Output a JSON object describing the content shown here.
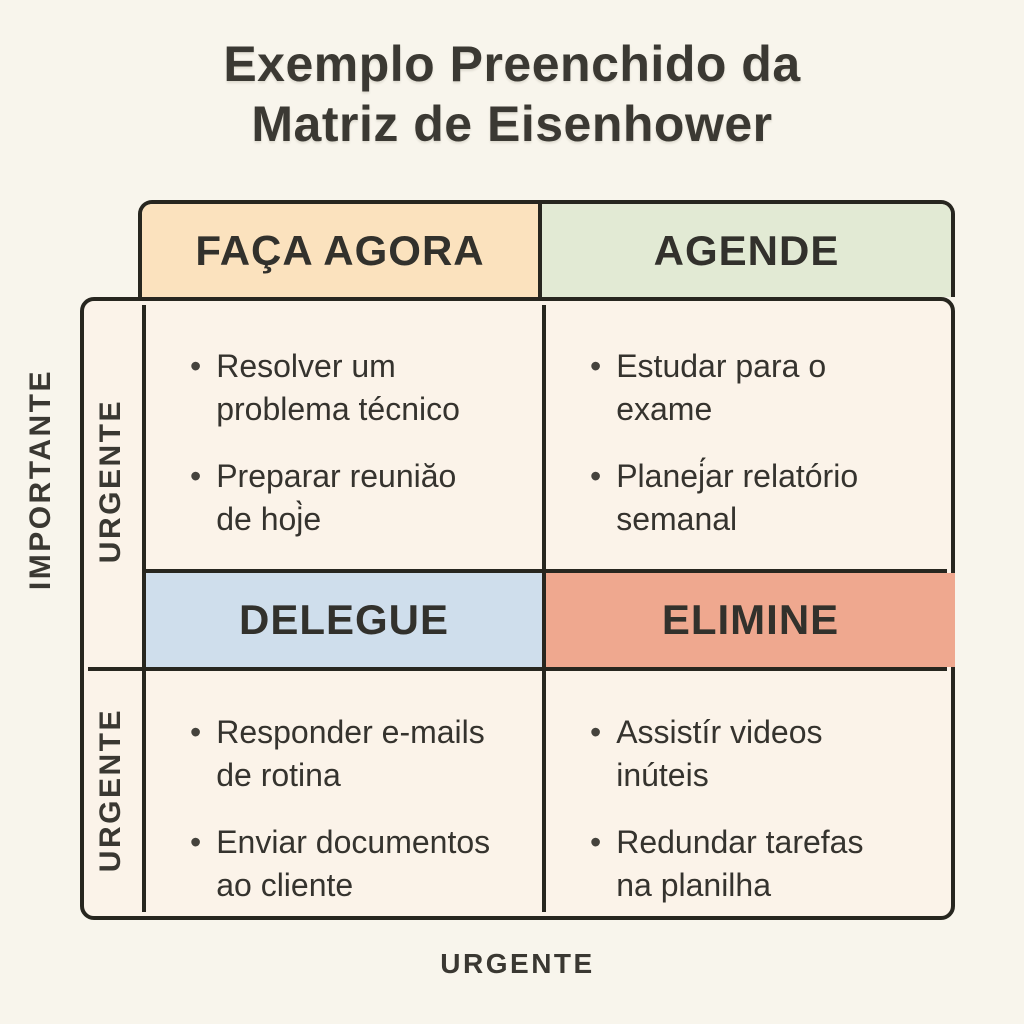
{
  "title": {
    "line1": "Exemplo Preenchido da",
    "line2": "Matriz de Eisenhower"
  },
  "headers": {
    "do": "FAÇA AGORA",
    "schedule": "AGENDE",
    "delegate": "DELEGUE",
    "delete": "ELIMINE"
  },
  "axes": {
    "left": "IMPORTANTE",
    "row_top": "URGENTE",
    "row_bottom": "URGENTE",
    "bottom": "URGENTE"
  },
  "bullet": "•",
  "quadrants": {
    "do": {
      "items": [
        "Resolver um\nproblema técnico",
        "Preparar reuniăo\nde hoj̀e"
      ]
    },
    "schedule": {
      "items": [
        "Estudar para o\nexame",
        "Planej́ar relatório\nsemanal"
      ]
    },
    "delegate": {
      "items": [
        "Responder e-mails\nde rotina",
        "Enviar documentos\nao cliente"
      ]
    },
    "delete": {
      "items": [
        "Assistír videos\ninúteis",
        "Redundar tarefas\nna planilha"
      ]
    }
  },
  "colors": {
    "page_background": "#F8F5EC",
    "cell_background": "#FBF3E9",
    "do_header": "#FBE2BE",
    "schedule_header": "#E2EAD4",
    "delegate_header": "#CFDEEC",
    "delete_header": "#EFA88F",
    "border": "#27261F",
    "text": "#35332E"
  }
}
